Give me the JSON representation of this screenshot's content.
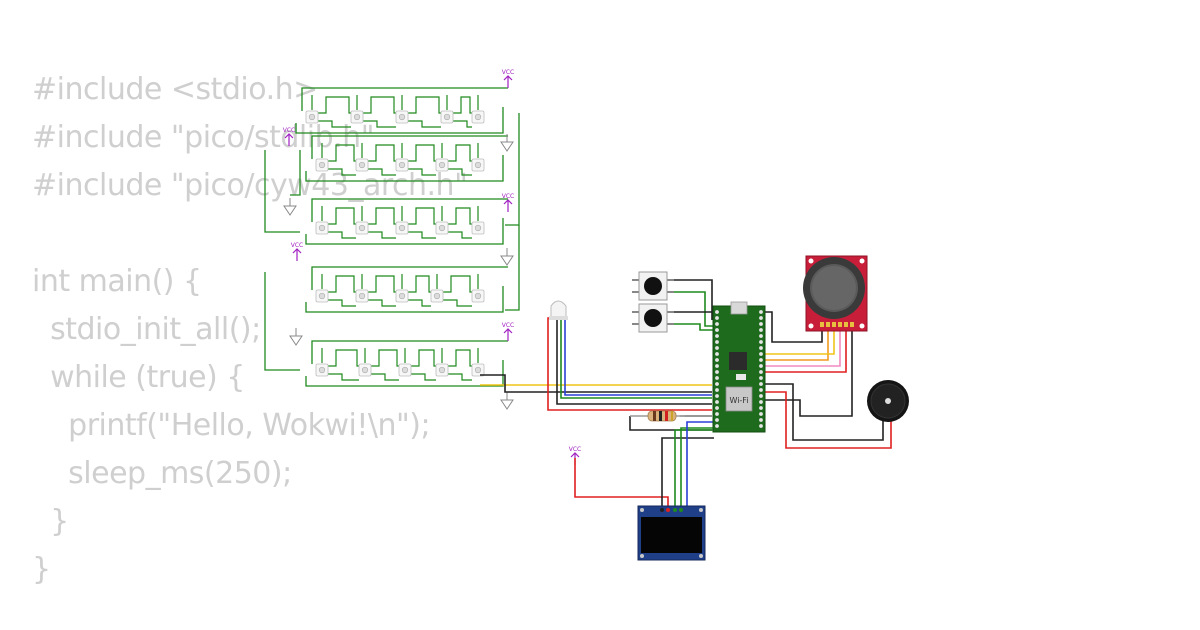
{
  "code": {
    "lines": [
      "#include <stdio.h>",
      "#include \"pico/stdlib.h\"",
      "#include \"pico/cyw43_arch.h\"",
      "",
      "int main() {",
      "  stdio_init_all();",
      "  while (true) {",
      "    printf(\"Hello, Wokwi!\\n\");",
      "    sleep_ms(250);",
      "  }",
      "}"
    ]
  },
  "circuit": {
    "vcc_label": "VCC",
    "pico_wifi_label": "Wi-Fi",
    "colors": {
      "wire_green": "#1f8a1f",
      "wire_red": "#e02020",
      "wire_blue": "#2a3fd6",
      "wire_black": "#222222",
      "wire_yellow": "#f0c419",
      "wire_orange": "#f29a1e",
      "wire_pink": "#f28ac0",
      "wire_gray": "#777777",
      "vcc_marker": "#a020c0",
      "pico_board": "#1e6b1e",
      "joystick_board": "#c81e3a",
      "oled_board": "#1f3f88"
    }
  }
}
